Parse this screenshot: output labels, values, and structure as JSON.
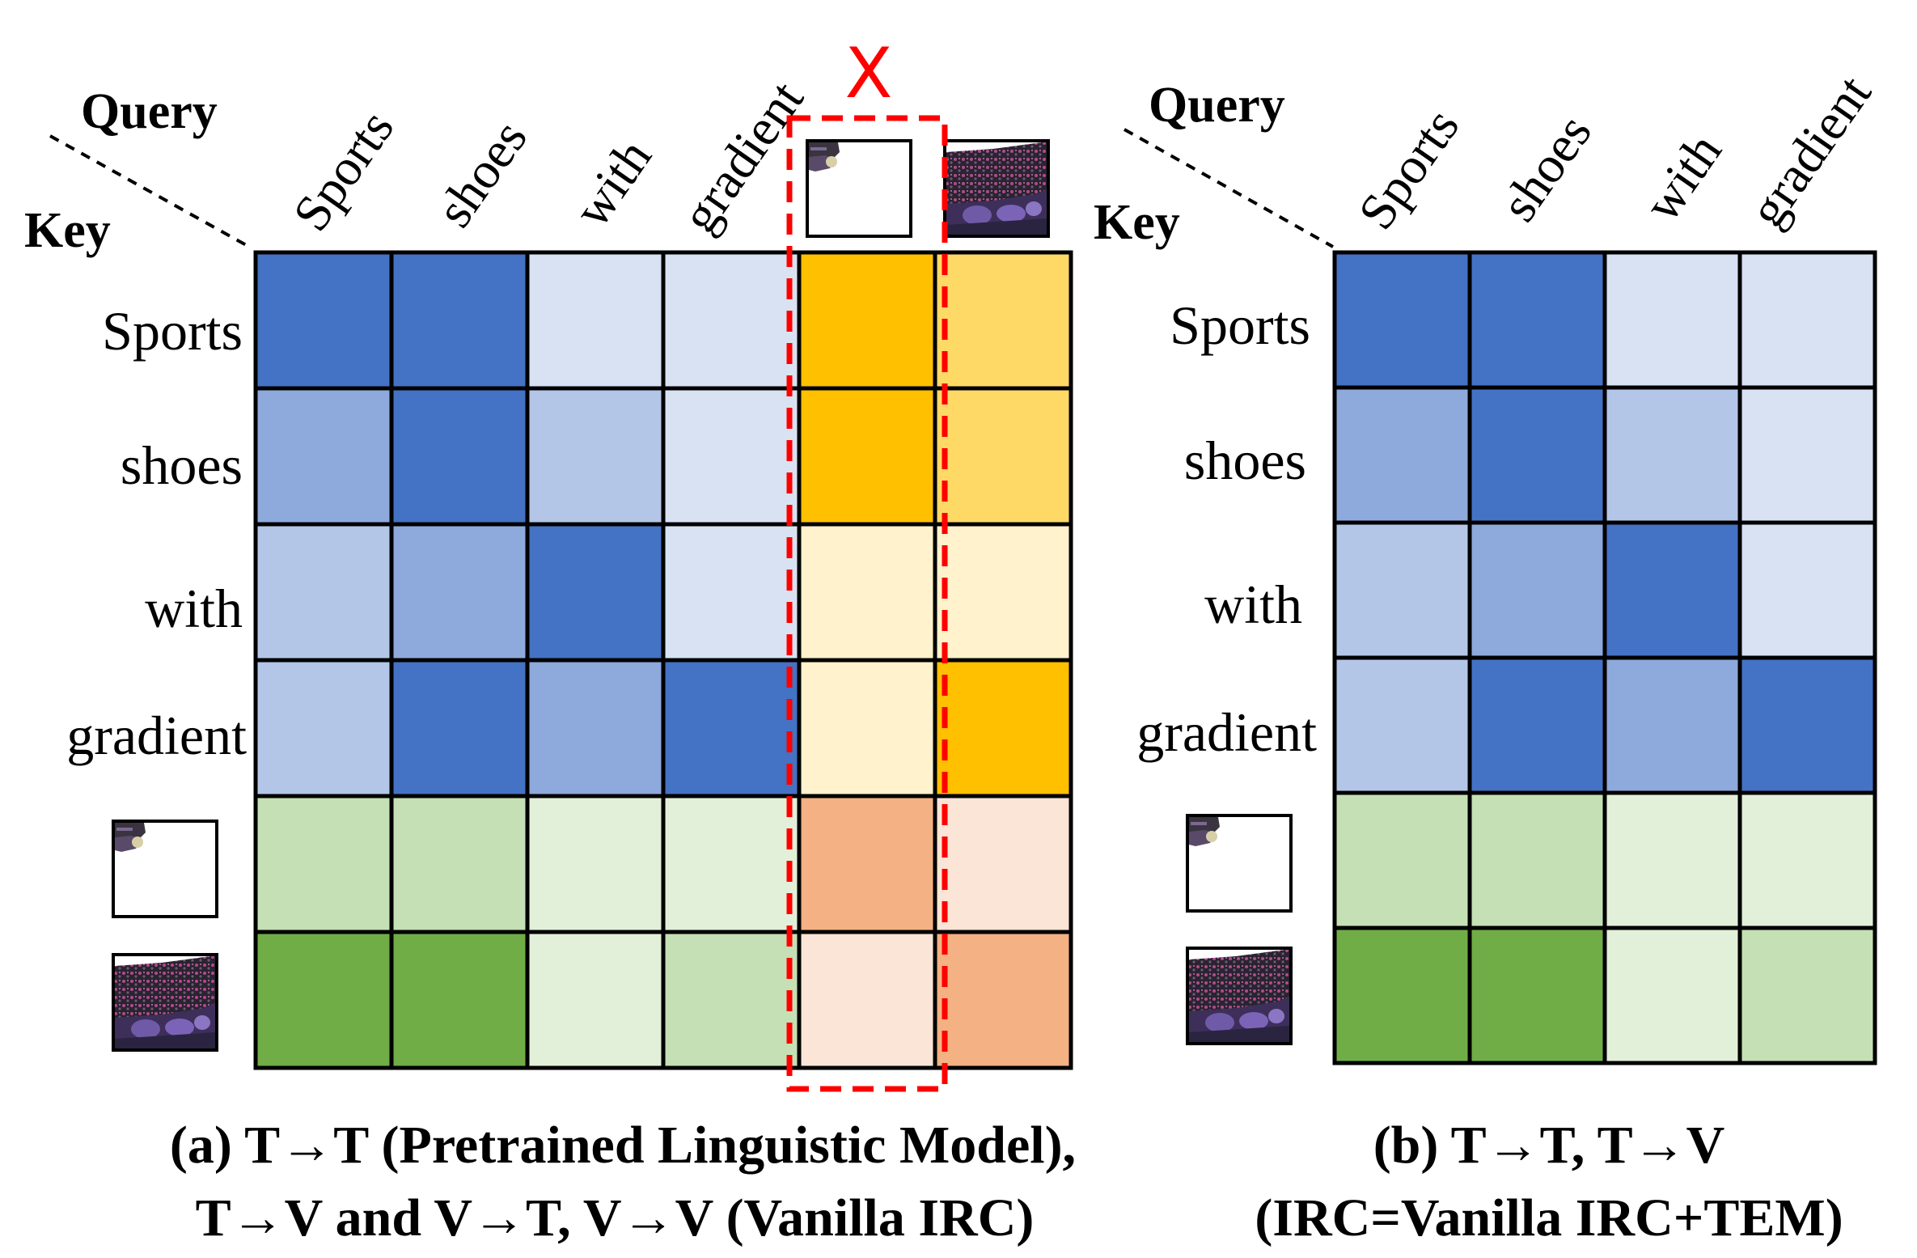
{
  "colors": {
    "blue_dark": "#4472C4",
    "blue_mid": "#8EA9DB",
    "blue_light": "#B4C6E7",
    "blue_pale": "#D9E2F3",
    "gold_dark": "#FFC000",
    "gold_mid": "#FFD966",
    "gold_pale": "#FFF2CC",
    "orange_mid": "#F4B183",
    "orange_pale": "#FBE5D6",
    "green_dark": "#70AD47",
    "green_mid": "#C5E0B4",
    "green_pale": "#E2F0D9",
    "dashed_box": "#FF0000",
    "grid_line": "#000000"
  },
  "panel_a": {
    "query_label": "Query",
    "key_label": "Key",
    "column_labels": [
      "Sports",
      "shoes",
      "with",
      "gradient"
    ],
    "image_columns": [
      "image-patch-empty-icon",
      "image-patch-shoe-icon"
    ],
    "row_labels": [
      "Sports",
      "shoes",
      "with",
      "gradient"
    ],
    "image_rows": [
      "image-patch-empty-icon",
      "image-patch-shoe-icon"
    ],
    "excluded_mark": "X",
    "cells": [
      [
        "blue_dark",
        "blue_dark",
        "blue_pale",
        "blue_pale",
        "gold_dark",
        "gold_mid"
      ],
      [
        "blue_mid",
        "blue_dark",
        "blue_light",
        "blue_pale",
        "gold_dark",
        "gold_mid"
      ],
      [
        "blue_light",
        "blue_mid",
        "blue_dark",
        "blue_pale",
        "gold_pale",
        "gold_pale"
      ],
      [
        "blue_light",
        "blue_dark",
        "blue_mid",
        "blue_dark",
        "gold_pale",
        "gold_dark"
      ],
      [
        "green_mid",
        "green_mid",
        "green_pale",
        "green_pale",
        "orange_mid",
        "orange_pale"
      ],
      [
        "green_dark",
        "green_dark",
        "green_pale",
        "green_mid",
        "orange_pale",
        "orange_mid"
      ]
    ],
    "caption_line1": "(a) T→T (Pretrained Linguistic Model),",
    "caption_line2": "T→V and V→T, V→V (Vanilla IRC)"
  },
  "panel_b": {
    "query_label": "Query",
    "key_label": "Key",
    "column_labels": [
      "Sports",
      "shoes",
      "with",
      "gradient"
    ],
    "row_labels": [
      "Sports",
      "shoes",
      "with",
      "gradient"
    ],
    "image_rows": [
      "image-patch-empty-icon",
      "image-patch-shoe-icon"
    ],
    "cells": [
      [
        "blue_dark",
        "blue_dark",
        "blue_pale",
        "blue_pale"
      ],
      [
        "blue_mid",
        "blue_dark",
        "blue_light",
        "blue_pale"
      ],
      [
        "blue_light",
        "blue_mid",
        "blue_dark",
        "blue_pale"
      ],
      [
        "blue_light",
        "blue_dark",
        "blue_mid",
        "blue_dark"
      ],
      [
        "green_mid",
        "green_mid",
        "green_pale",
        "green_pale"
      ],
      [
        "green_dark",
        "green_dark",
        "green_pale",
        "green_mid"
      ]
    ],
    "caption_line1": "(b) T→T, T→V",
    "caption_line2": "(IRC=Vanilla IRC+TEM)"
  }
}
